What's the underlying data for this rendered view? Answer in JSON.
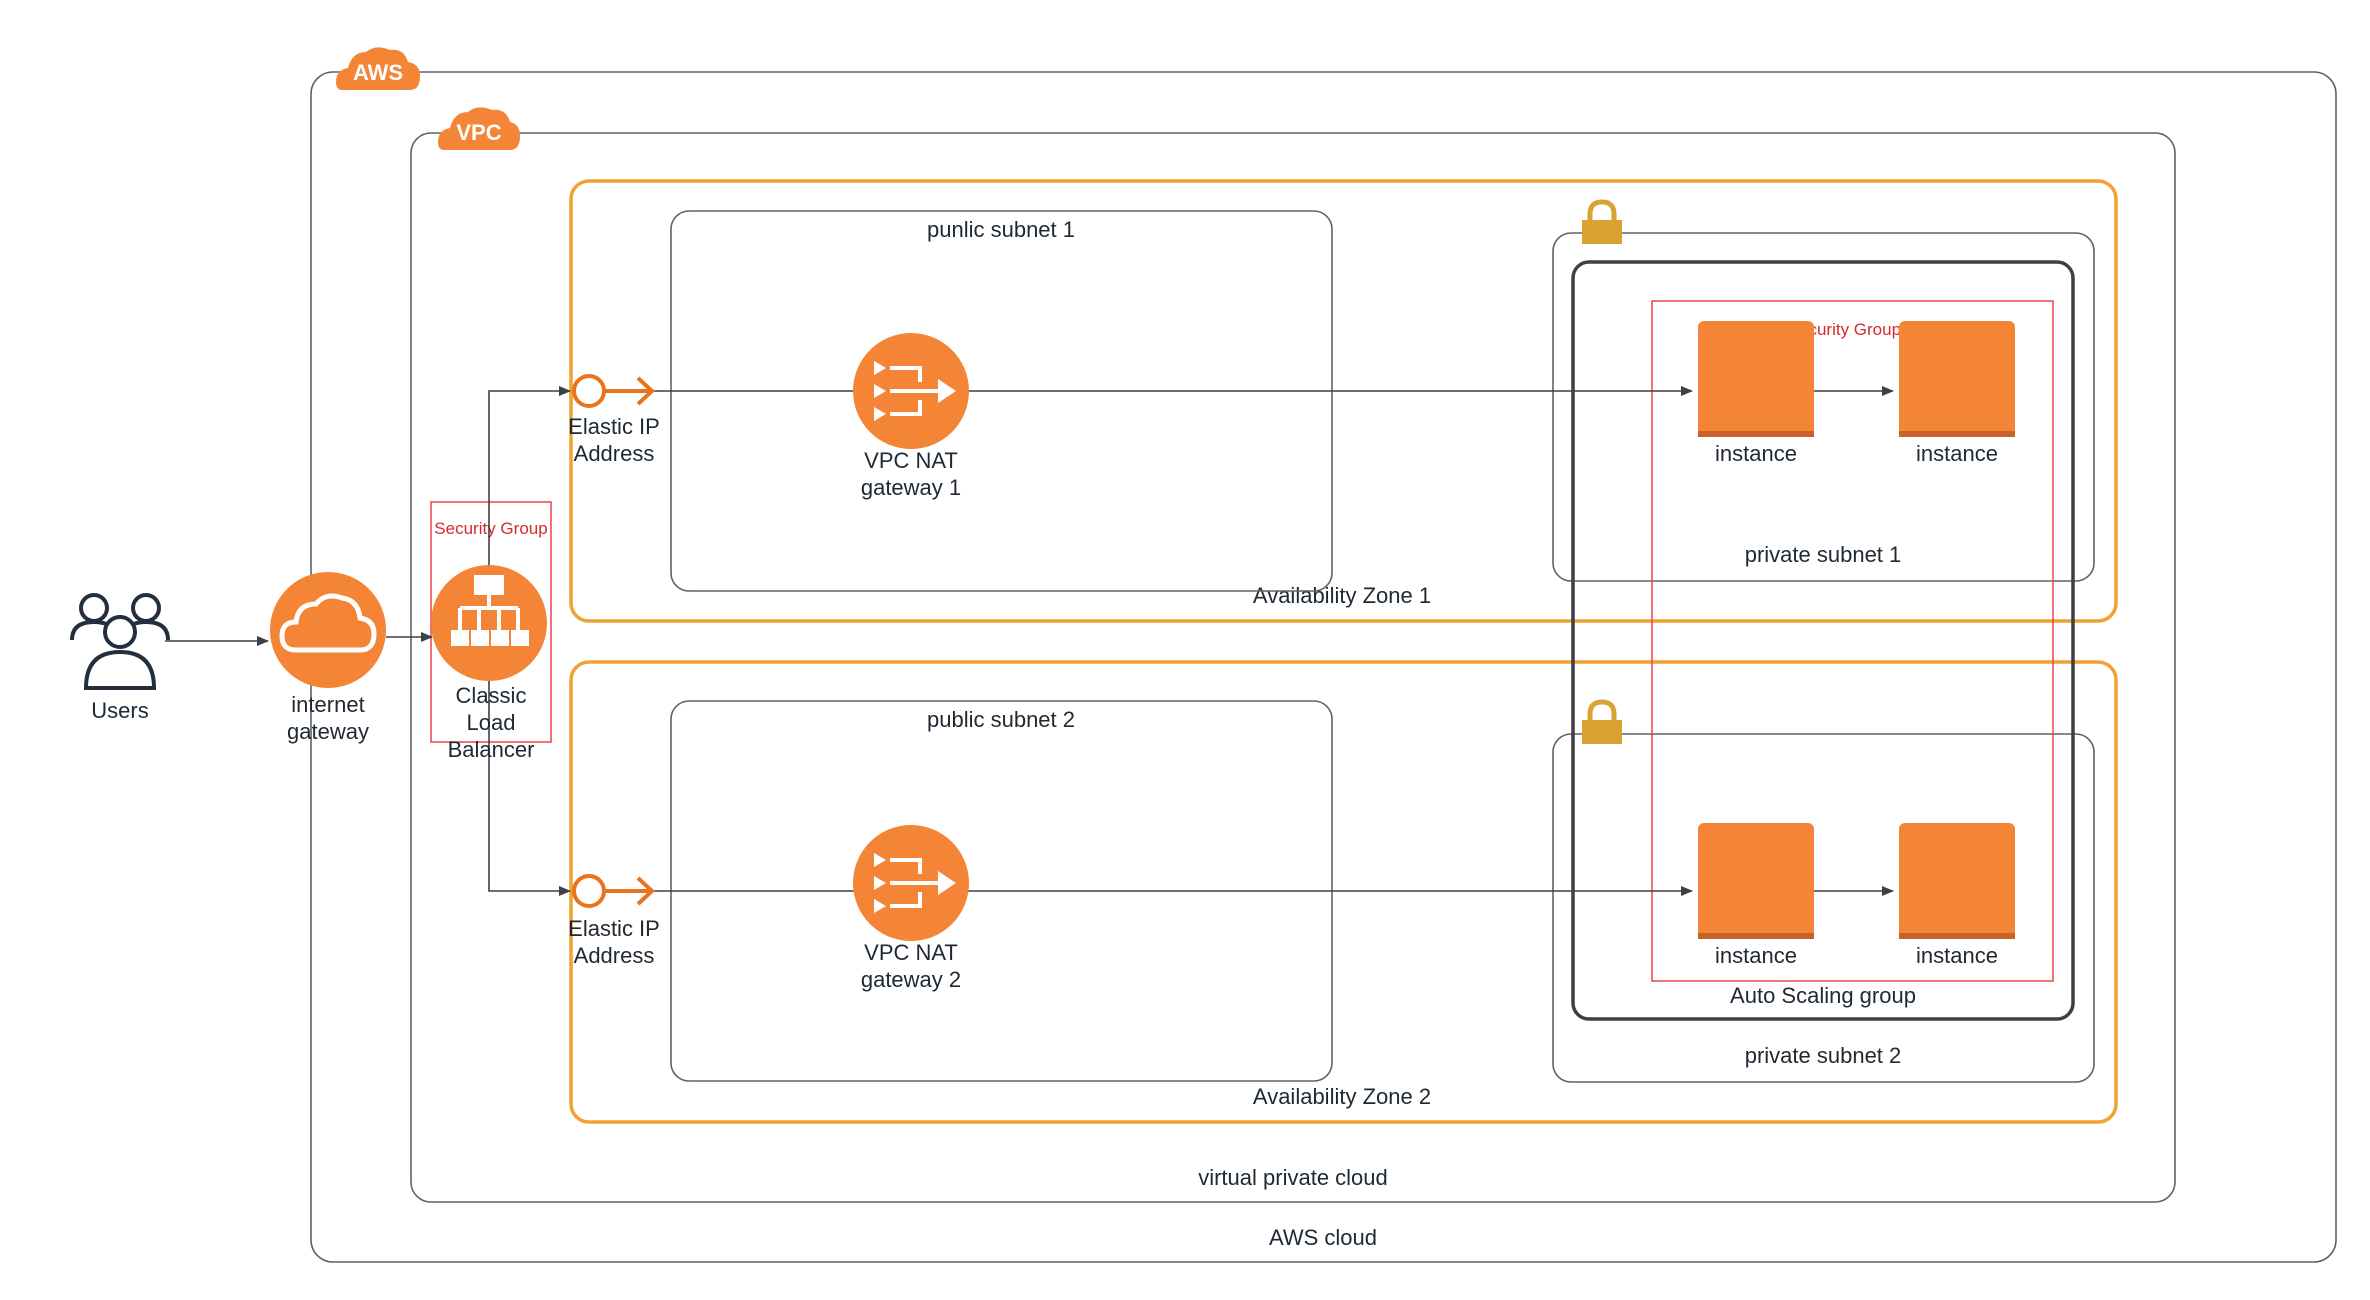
{
  "diagram": {
    "cloud_badge": "AWS",
    "vpc_badge": "VPC",
    "aws_cloud_label": "AWS cloud",
    "vpc_label": "virtual private cloud",
    "users_label": "Users",
    "igw_label": [
      "internet",
      "gateway"
    ],
    "lb_label": [
      "Classic",
      "Load",
      "Balancer"
    ],
    "lb_security_group": "Security Group",
    "az1": {
      "label": "Availability Zone 1",
      "public_subnet": "punlic subnet 1",
      "eip_label": [
        "Elastic IP",
        "Address"
      ],
      "nat_label": [
        "VPC NAT",
        "gateway 1"
      ],
      "private_subnet": "private subnet 1"
    },
    "az2": {
      "label": "Availability Zone 2",
      "public_subnet": "public subnet 2",
      "eip_label": [
        "Elastic IP",
        "Address"
      ],
      "nat_label": [
        "VPC NAT",
        "gateway 2"
      ],
      "private_subnet": "private subnet 2"
    },
    "instance_security_group": "ecurity Group",
    "asg_label": "Auto Scaling group",
    "instance_label": "instance"
  },
  "colors": {
    "aws_orange": "#F58536",
    "az_border": "#F0A232",
    "security_group": "#E8454A",
    "lock": "#D9A334",
    "dark": "#232F3E"
  },
  "icons": [
    "aws-cloud-badge-icon",
    "vpc-badge-icon",
    "users-icon",
    "internet-gateway-icon",
    "load-balancer-icon",
    "elastic-ip-icon",
    "nat-gateway-icon",
    "lock-icon",
    "instance-icon"
  ]
}
